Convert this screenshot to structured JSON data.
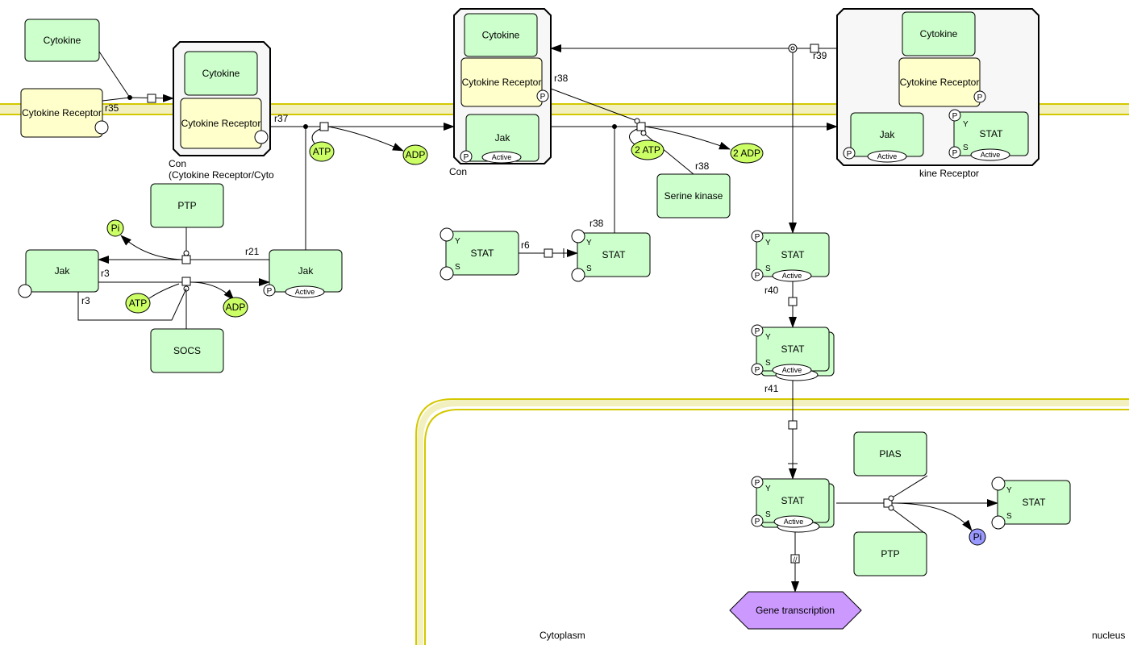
{
  "species": {
    "cytokine": "Cytokine",
    "cytokine_receptor": "Cytokine Receptor",
    "jak": "Jak",
    "stat": "STAT",
    "ptp": "PTP",
    "socs": "SOCS",
    "pias": "PIAS",
    "serine_kinase": "Serine kinase",
    "atp": "ATP",
    "adp": "ADP",
    "atp2": "2 ATP",
    "adp2": "2 ADP",
    "pi": "Pi",
    "gene_transcription": "Gene transcription"
  },
  "states": {
    "p": "P",
    "y": "Y",
    "s": "S",
    "active": "Active"
  },
  "complex_label": {
    "line1": "Con",
    "line2": "(Cytokine Receptor/Cyto",
    "partial": "kine Receptor"
  },
  "reactions": {
    "r35": "r35",
    "r37": "r37",
    "r38": "r38",
    "r39": "r39",
    "r21": "r21",
    "r3": "r3",
    "r6": "r6",
    "r40": "r40",
    "r41": "r41"
  },
  "compartments": {
    "cytoplasm": "Cytoplasm",
    "nucleus": "nucleus"
  },
  "colors": {
    "protein": "#ccffcc",
    "receptor": "#ffffcc",
    "simple_molecule": "#ccff66",
    "ion": "#9999ff",
    "phenotype": "#cc99ff",
    "complex": "#f7f7f7",
    "membrane": "#d4c800"
  }
}
